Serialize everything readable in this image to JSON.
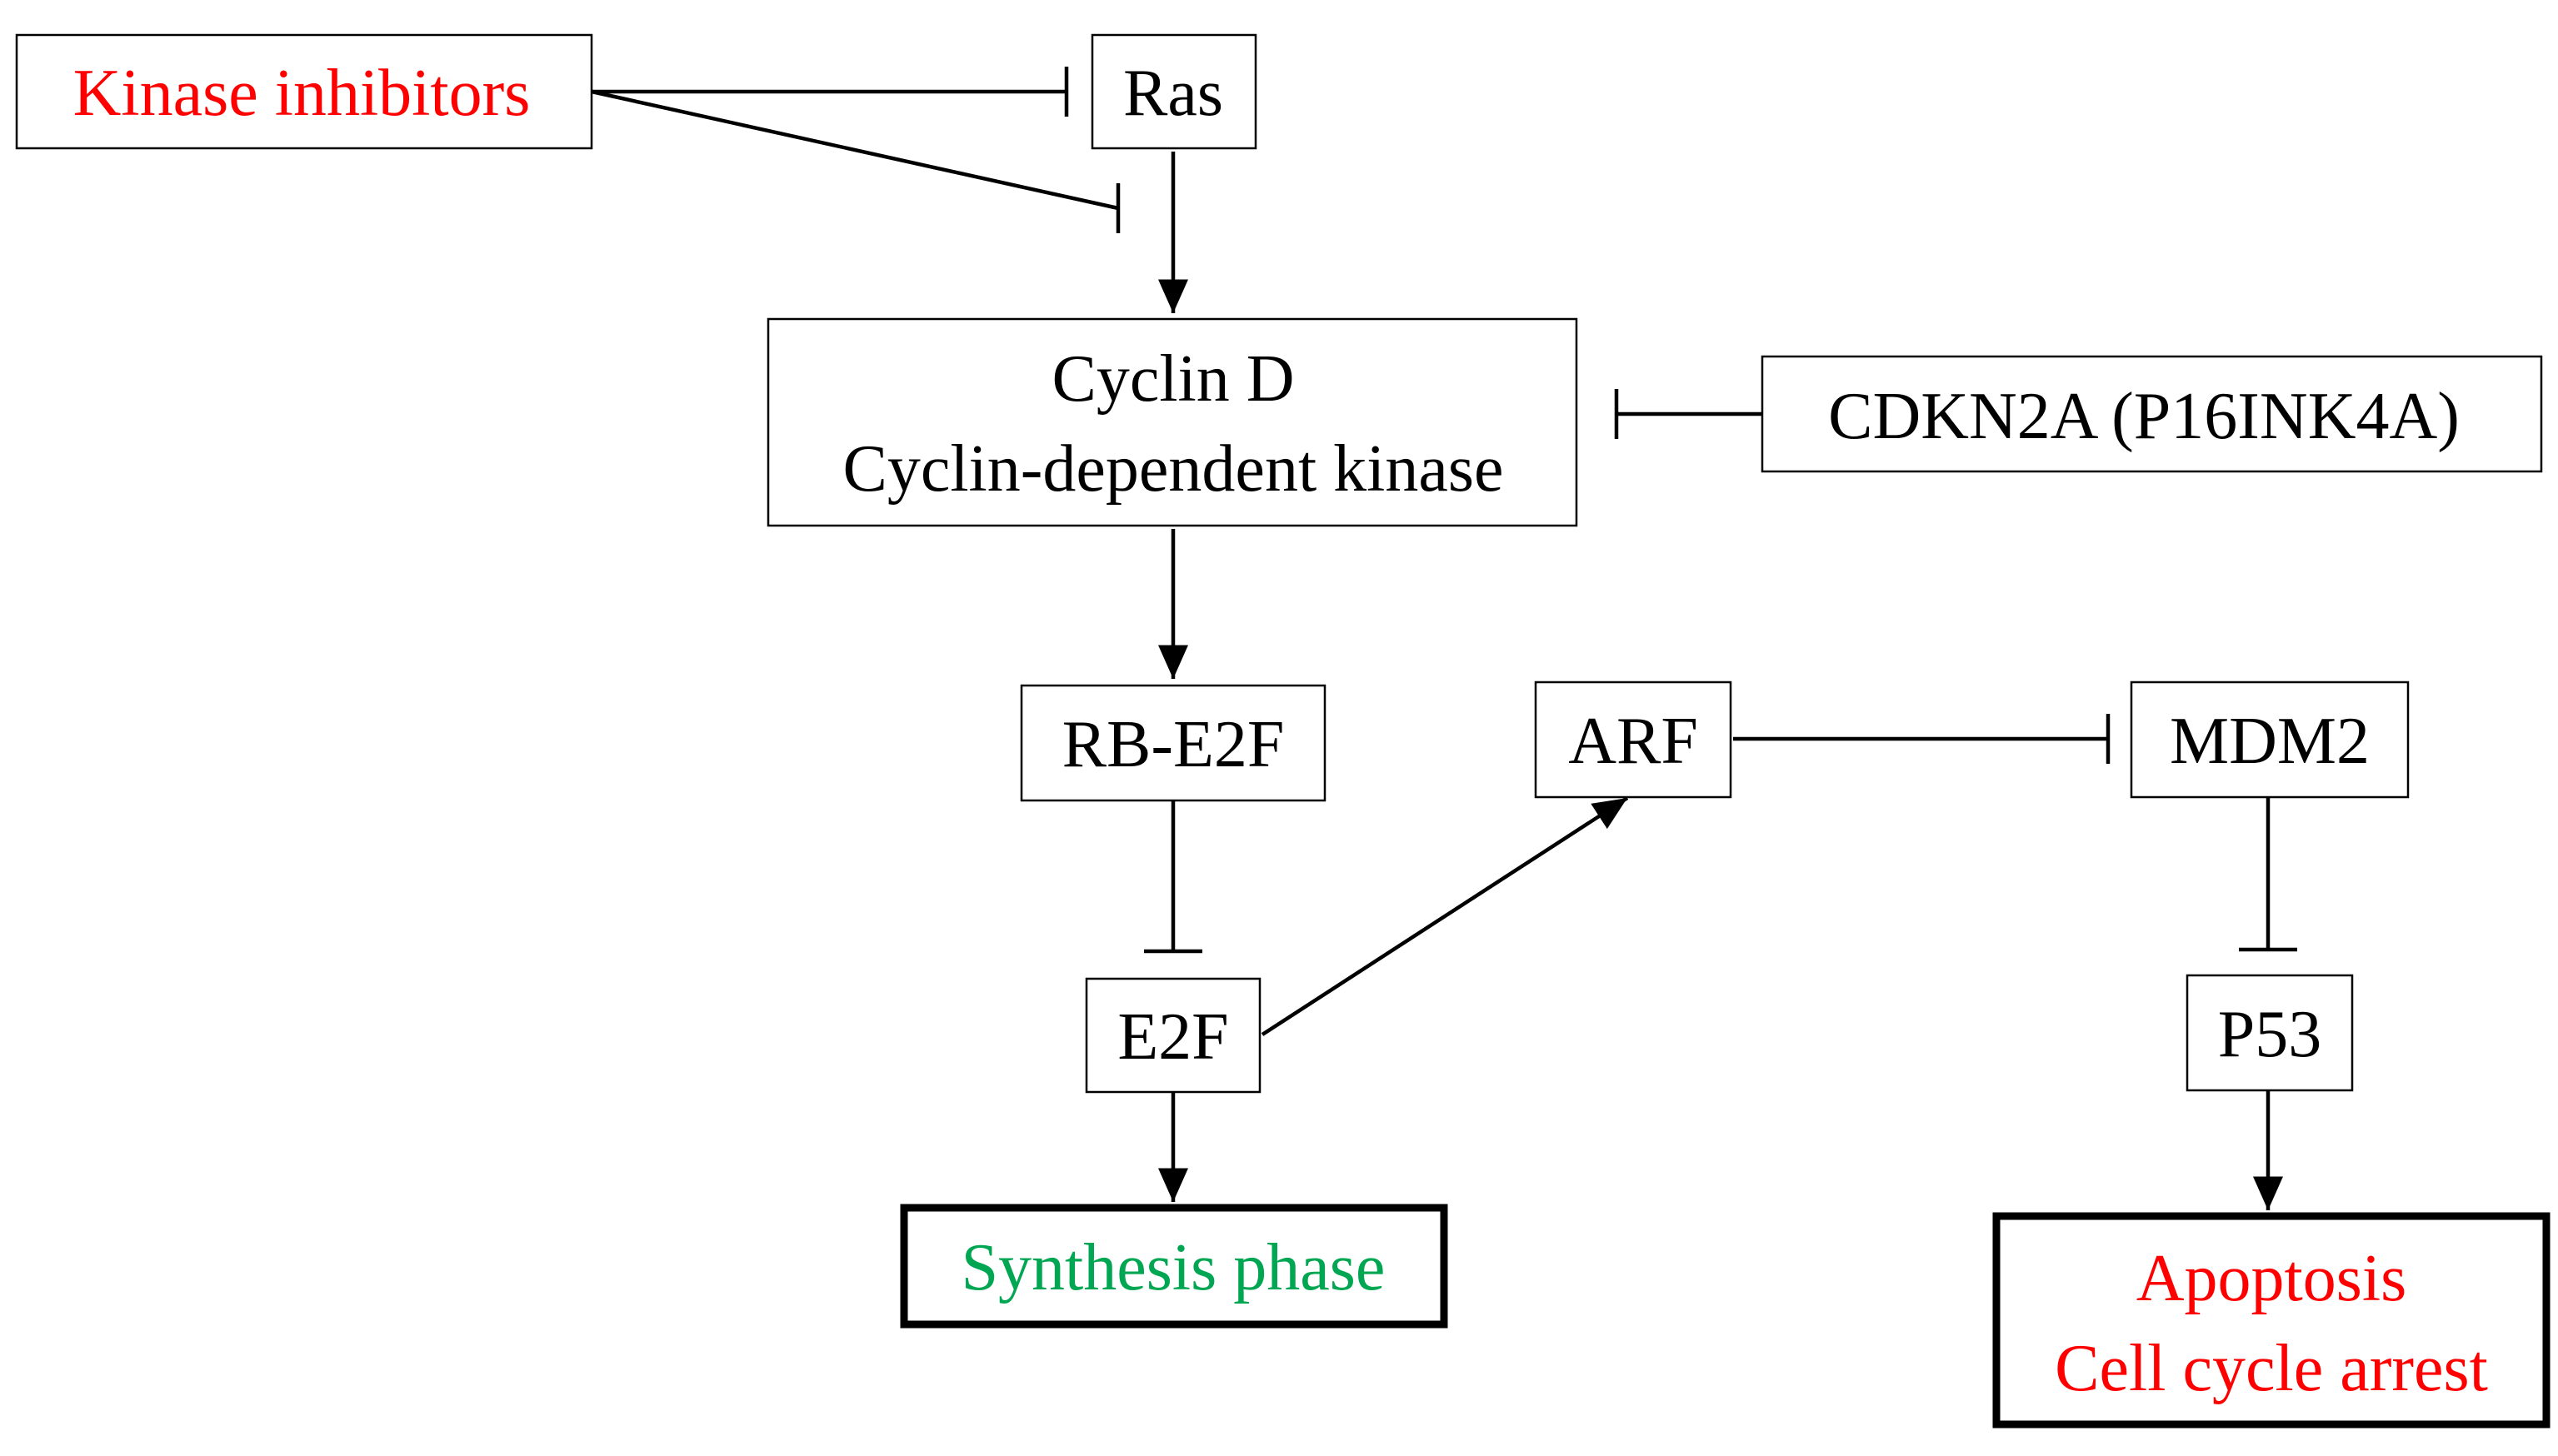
{
  "colors": {
    "default_text": "#000000",
    "inhibitor_text": "#ff0000",
    "synthesis_text": "#00a651",
    "outcome_text": "#ff0000"
  },
  "nodes": {
    "kinase_inhibitors": "Kinase  inhibitors",
    "ras": "Ras",
    "cyclin_line1": "Cyclin D",
    "cyclin_line2": "Cyclin-dependent  kinase",
    "cdkn2a": "CDKN2A (P16INK4A)",
    "rb_e2f": "RB-E2F",
    "arf": "ARF",
    "mdm2": "MDM2",
    "e2f": "E2F",
    "p53": "P53",
    "synthesis_phase": "Synthesis  phase",
    "outcome_line1": "Apoptosis",
    "outcome_line2": "Cell cycle arrest"
  },
  "edges": [
    {
      "from": "Kinase inhibitors",
      "to": "Ras",
      "type": "inhibition"
    },
    {
      "from": "Kinase inhibitors",
      "to": "Ras → Cyclin D",
      "type": "inhibition"
    },
    {
      "from": "Ras",
      "to": "Cyclin D",
      "type": "activation"
    },
    {
      "from": "CDKN2A (P16INK4A)",
      "to": "Cyclin D",
      "type": "inhibition"
    },
    {
      "from": "Cyclin D",
      "to": "RB-E2F",
      "type": "activation"
    },
    {
      "from": "RB-E2F",
      "to": "E2F",
      "type": "inhibition"
    },
    {
      "from": "E2F",
      "to": "ARF",
      "type": "activation"
    },
    {
      "from": "ARF",
      "to": "MDM2",
      "type": "inhibition"
    },
    {
      "from": "MDM2",
      "to": "P53",
      "type": "inhibition"
    },
    {
      "from": "E2F",
      "to": "Synthesis phase",
      "type": "activation"
    },
    {
      "from": "P53",
      "to": "Apoptosis / Cell cycle arrest",
      "type": "activation"
    }
  ]
}
